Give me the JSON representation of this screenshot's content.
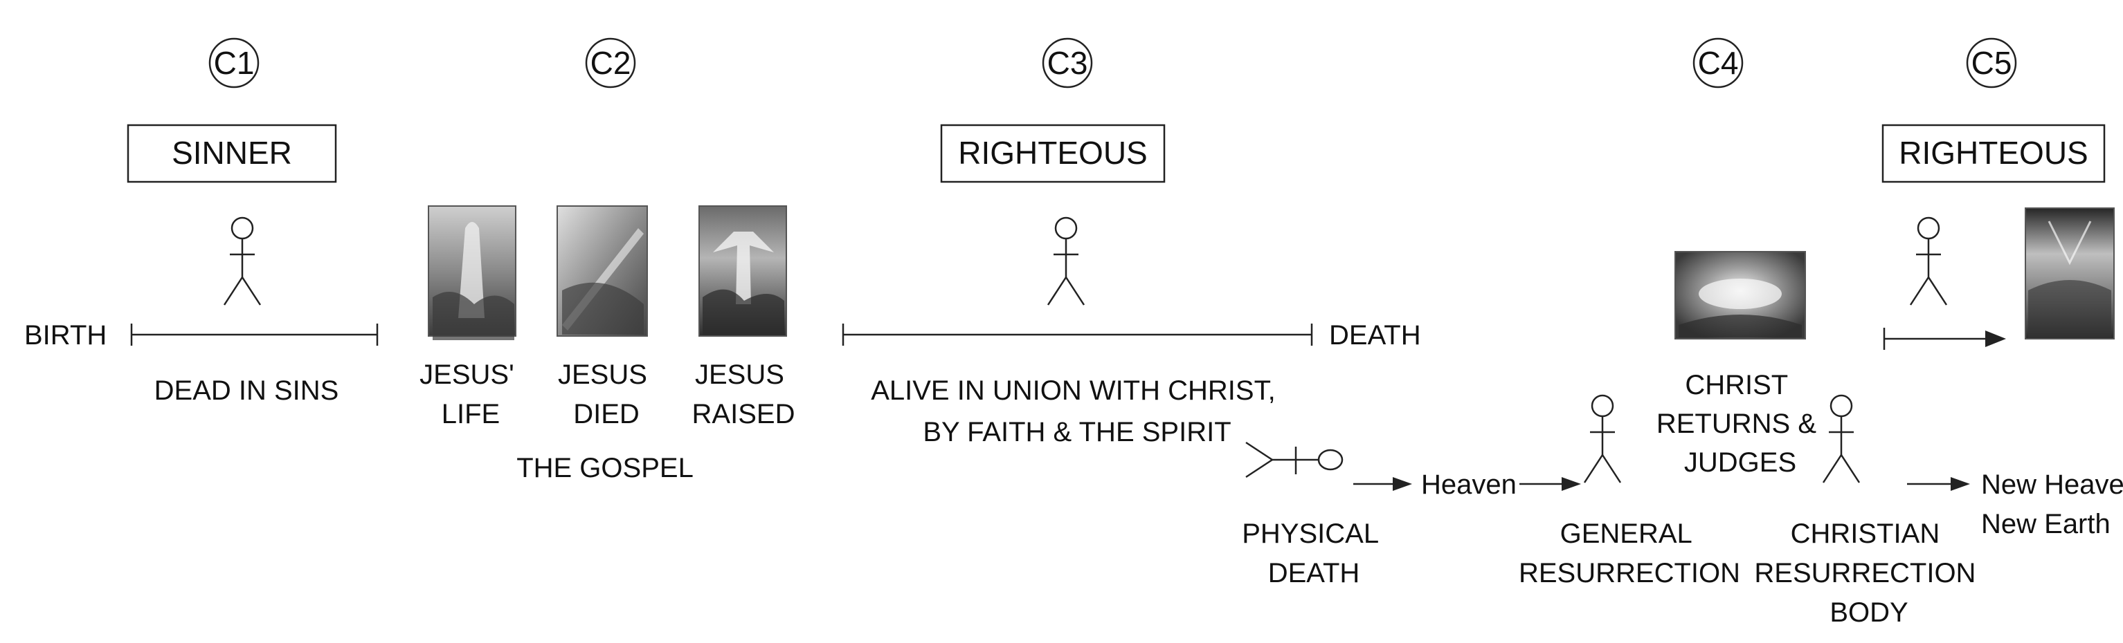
{
  "sections": {
    "c1": {
      "tag": "C1",
      "status": "SINNER"
    },
    "c2": {
      "tag": "C2"
    },
    "c3": {
      "tag": "C3",
      "status": "RIGHTEOUS"
    },
    "c4": {
      "tag": "C4"
    },
    "c5": {
      "tag": "C5",
      "status": "RIGHTEOUS"
    }
  },
  "timeline": {
    "start": "BIRTH",
    "dead_label": "DEAD IN SINS",
    "end": "DEATH",
    "alive_label": [
      "ALIVE IN UNION WITH CHRIST,",
      "BY FAITH & THE SPIRIT"
    ]
  },
  "gospel": {
    "life": [
      "JESUS'",
      "LIFE"
    ],
    "died": [
      "JESUS",
      "DIED"
    ],
    "raised": [
      "JESUS",
      "RAISED"
    ],
    "caption": "THE GOSPEL"
  },
  "afterlife": {
    "physical_death": [
      "PHYSICAL",
      "DEATH"
    ],
    "heaven": "Heaven",
    "general_resurrection": [
      "GENERAL",
      "RESURRECTION"
    ],
    "christ_returns": [
      "CHRIST",
      "RETURNS &",
      "JUDGES"
    ],
    "christian_resurrection": [
      "CHRISTIAN",
      "RESURRECTION",
      "BODY"
    ],
    "new_creation": [
      "New Heaven,",
      "New Earth"
    ]
  },
  "icons": {
    "person": "stick-figure-icon",
    "engraving": "engraving-thumbnail"
  }
}
